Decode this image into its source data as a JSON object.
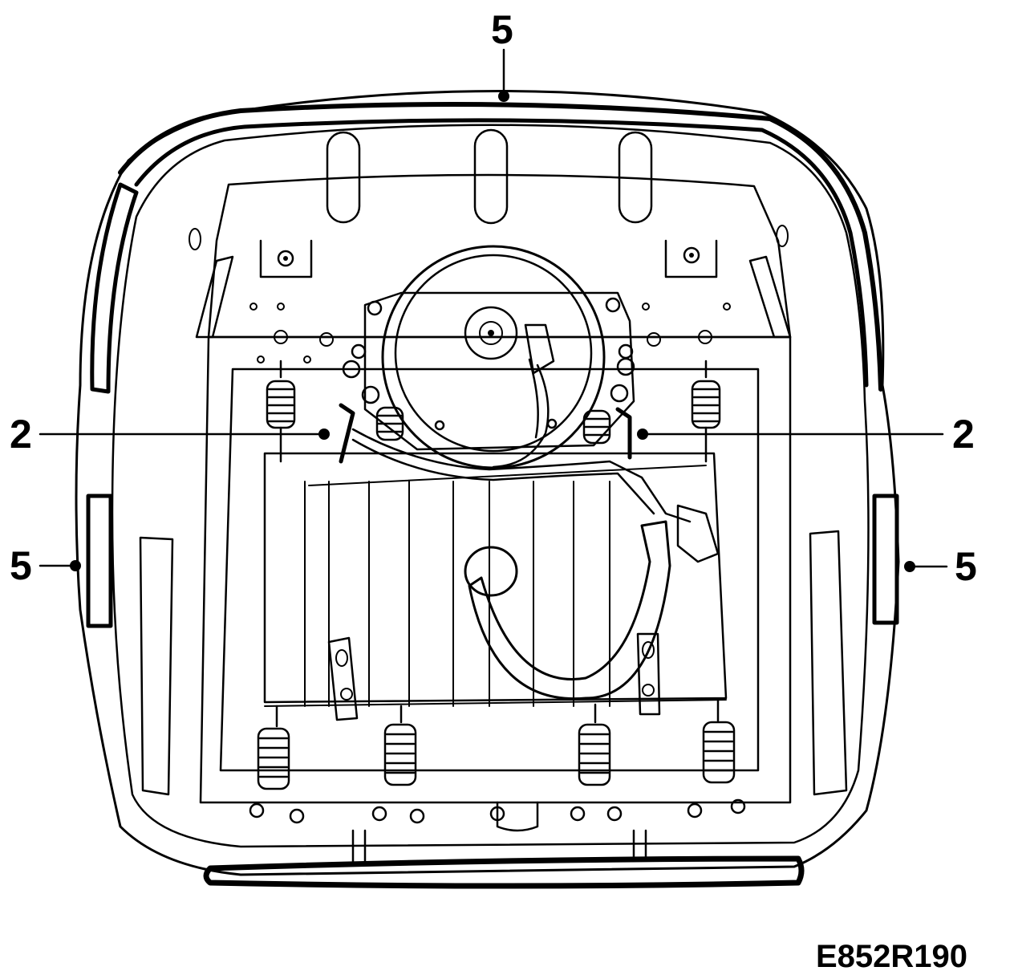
{
  "callouts": {
    "top": "5",
    "left_mid": "2",
    "right_mid": "2",
    "left_low": "5",
    "right_low": "5"
  },
  "figure_code": "E852R190",
  "colors": {
    "ink": "#000000",
    "paper": "#ffffff"
  }
}
